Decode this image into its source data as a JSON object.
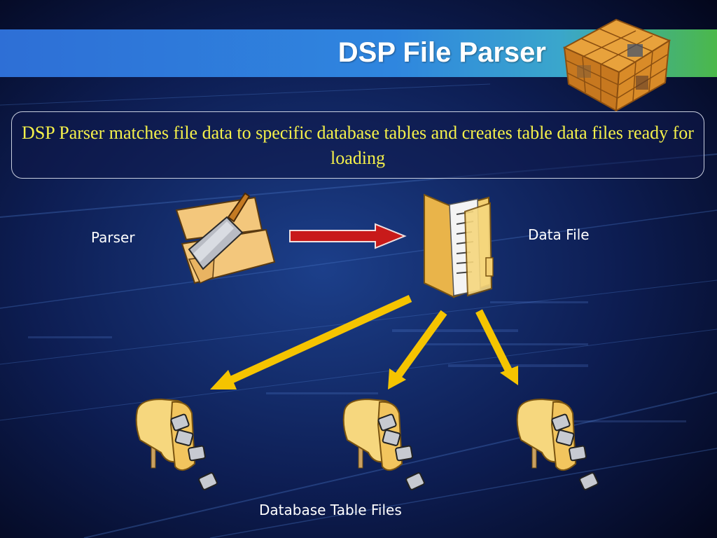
{
  "title": "DSP File Parser",
  "description": "DSP Parser matches file data to specific database tables and creates table data files ready for loading",
  "labels": {
    "parser": "Parser",
    "data_file": "Data File",
    "database_table_files": "Database Table Files"
  },
  "icons": [
    "cleaver-icon",
    "folder-icon",
    "mailbox-icon",
    "cube-logo-icon"
  ],
  "colors": {
    "title_bar_start": "#2e6fd6",
    "title_bar_end": "#4bb84a",
    "description_text": "#f4f04a",
    "flow_arrow": "#c81a1a",
    "distribution_arrows": "#f5c400",
    "background": "#070b2a"
  }
}
